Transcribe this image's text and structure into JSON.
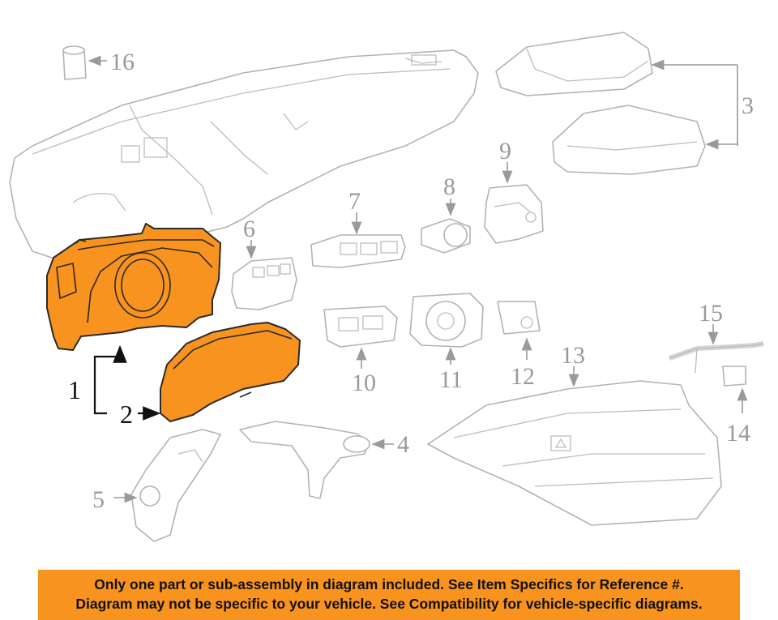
{
  "colors": {
    "highlight": "#f7931e",
    "outline": "#b3b3b3",
    "callout_text": "#9a9a9a",
    "banner_bg": "#f7931e"
  },
  "callouts": {
    "c1": "1",
    "c2": "2",
    "c3": "3",
    "c4": "4",
    "c5": "5",
    "c6": "6",
    "c7": "7",
    "c8": "8",
    "c9": "9",
    "c10": "10",
    "c11": "11",
    "c12": "12",
    "c13": "13",
    "c14": "14",
    "c15": "15",
    "c16": "16"
  },
  "banner": {
    "line1": "Only one part or sub-assembly in diagram included. See Item Specifics for Reference #.",
    "line2": "Diagram may not be specific to your vehicle. See Compatibility for vehicle-specific diagrams."
  }
}
